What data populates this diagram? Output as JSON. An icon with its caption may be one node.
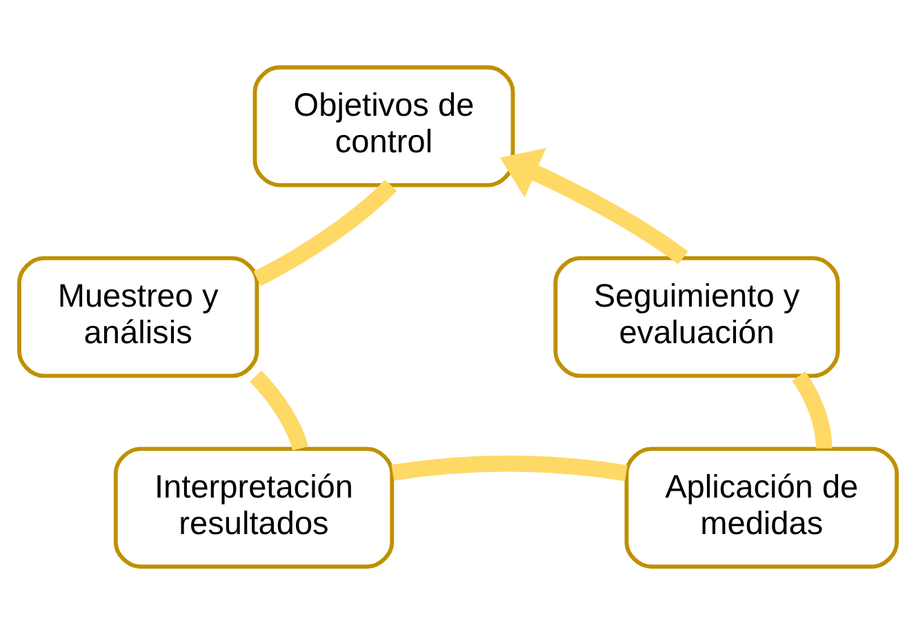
{
  "diagram": {
    "nodes": [
      {
        "text": [
          "Objetivos de control"
        ]
      },
      {
        "text": [
          "Muestreo y análisis"
        ]
      },
      {
        "text": [
          "Interpretación resultados"
        ]
      },
      {
        "text": [
          "Aplicación de medidas"
        ]
      },
      {
        "text": [
          "Seguimiento y evaluación"
        ]
      }
    ],
    "edges": [
      {
        "from": 0,
        "to": 1,
        "arrow": "none"
      },
      {
        "from": 1,
        "to": 2,
        "arrow": "none"
      },
      {
        "from": 2,
        "to": 3,
        "arrow": "none"
      },
      {
        "from": 3,
        "to": 4,
        "arrow": "none"
      },
      {
        "from": 4,
        "to": 0,
        "arrow": "to"
      }
    ]
  }
}
